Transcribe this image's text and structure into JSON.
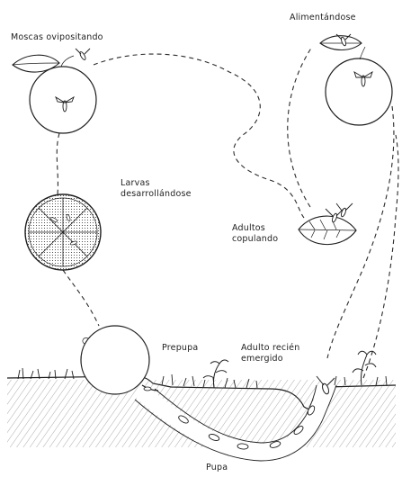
{
  "stages": {
    "oviposition": {
      "label": "Moscas ovipositando"
    },
    "feeding": {
      "label": "Alimentándose"
    },
    "larvae": {
      "line1": "Larvas",
      "line2": "desarrollándose"
    },
    "mating": {
      "line1": "Adultos",
      "line2": "copulando"
    },
    "prepupa": {
      "label": "Prepupa"
    },
    "emerged": {
      "line1": "Adulto recién",
      "line2": "emergido"
    },
    "pupa": {
      "label": "Pupa"
    }
  }
}
